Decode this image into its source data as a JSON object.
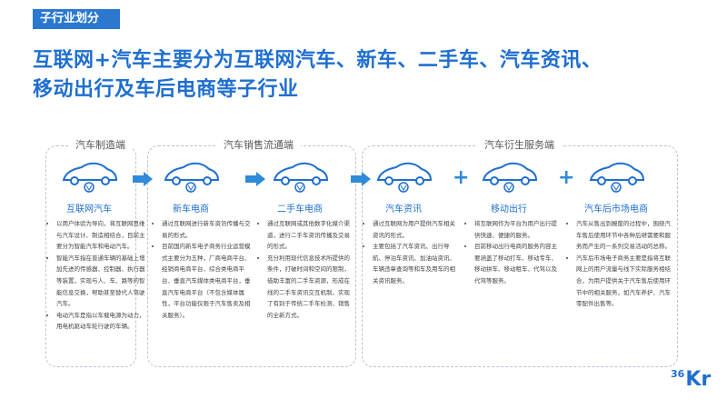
{
  "header": {
    "tag": "子行业划分",
    "title_line1": "互联网+汽车主要分为互联网汽车、新车、二手车、汽车资讯、",
    "title_line2": "移动出行及车后电商等子行业"
  },
  "groups": [
    {
      "title": "汽车制造端"
    },
    {
      "title": "汽车销售流通端"
    },
    {
      "title": "汽车衍生服务端"
    }
  ],
  "columns": [
    {
      "name": "互联网汽车",
      "items": [
        "以用户体验为导向，将互联网思维与汽车设计、制造相结合，目前主要分为智能汽车和电动汽车。",
        "智能汽车指在普通车辆的基础上增加先进的传感器、控制器、执行器等装置，实现与人、车、路等的智能信息交换，帮助甚至替代人驾驶汽车。",
        "电动汽车是指以车载电源为动力，用电机驱动车轮行驶的车辆。"
      ]
    },
    {
      "name": "新车电商",
      "items": [
        "通过互联网进行新车资讯传播与交易的形式。",
        "目前国内新车电子商务行业运营模式主要分为五种，厂商电商平台、经销商电商平台、综合类电商平台、垂直汽车媒体类电商平台，垂直汽车电商平台（不包含媒体属性，平台功能仅限于汽车售卖及相关服务）。"
      ]
    },
    {
      "name": "二手车电商",
      "items": [
        "通过互联网或其他数字化媒介渠道，进行二手车资讯传播及交易的形式。",
        "充分利用现代信息技术所提供的条件，打破时间和空间的限制，借助丰富的二手车资源，形成在线的二手车资讯交互机制，实现了有别于传统二手车检测、销售的全新方式。"
      ]
    },
    {
      "name": "汽车资讯",
      "items": [
        "通过互联网为用户提供汽车相关资讯的形式。",
        "主要包括了汽车资讯、出行导航、停泊车资讯、加油站资讯、车辆违章查询等和车及用车的相关资讯服务。"
      ]
    },
    {
      "name": "移动出行",
      "items": [
        "将互联网作为平台为用户出行提供快速、便捷的服务。",
        "目前移动出行电商的服务内容主要涵盖了移动打车、移动专车、移动拼车、移动租车、代驾以及代驾等服务。"
      ]
    },
    {
      "name": "汽车后市场电商",
      "items": [
        "汽车从售出到报废的过程中，围绕汽车售后使用环节中各种后继需要和服务而产生的一系列交易活动的总称。",
        "汽车后市场电子商务主要是指将互联网上的用户流量与线下实际服务相结合，为用户提供关于汽车售后使用环节中的相关服务，如汽车养护、汽车零配件出售等。"
      ]
    }
  ],
  "logo": {
    "small": "36",
    "big": "Kr"
  },
  "colors": {
    "accent": "#1f6fd0",
    "tag_bg": "#2a78d0",
    "arrow": "#2f8ad8",
    "dashed_border": "#b8c4d0"
  }
}
